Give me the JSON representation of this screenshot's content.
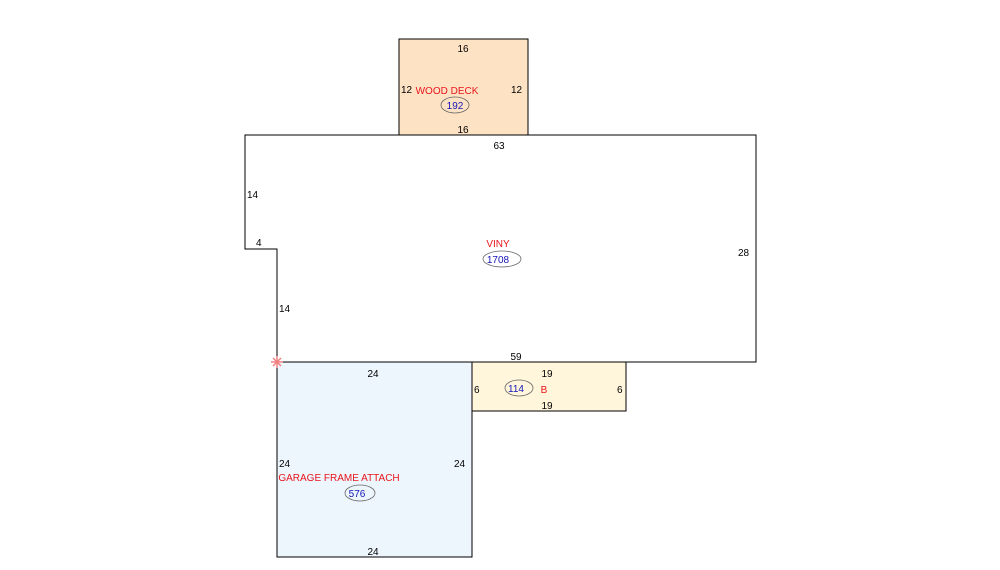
{
  "colors": {
    "deck_fill": "#fde2c4",
    "living_fill": "#ffffff",
    "bay_fill": "#fff6dc",
    "garage_fill": "#edf5fd",
    "label_red": "#e8151c",
    "area_blue": "#1515b8",
    "start_marker": "#f08080"
  },
  "areas": {
    "deck": {
      "name": "WOOD DECK",
      "area": "192",
      "dims": {
        "top": "16",
        "bottom": "16",
        "left": "12",
        "right": "12"
      }
    },
    "living": {
      "name": "VINY",
      "area": "1708",
      "dims": {
        "top": "63",
        "right": "28",
        "left_upper": "14",
        "notch": "4",
        "left_lower": "14",
        "bottom": "59"
      }
    },
    "bay": {
      "name": "B",
      "area": "114",
      "dims": {
        "top": "19",
        "bottom": "19",
        "left": "6",
        "right": "6"
      }
    },
    "garage": {
      "name": "GARAGE FRAME ATTACH",
      "area": "576",
      "dims": {
        "top": "24",
        "bottom": "24",
        "left": "24",
        "right": "24"
      }
    }
  },
  "icons": {
    "start_point": "asterisk-marker-icon"
  }
}
